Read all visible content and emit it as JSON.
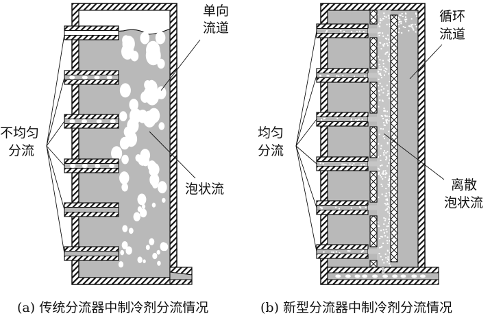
{
  "colors": {
    "liquid": "#b9b9b9",
    "line": "#111111",
    "bubble": "#ffffff"
  },
  "panel_a": {
    "label_channel": [
      "单向",
      "流道"
    ],
    "label_uneven": [
      "不均匀",
      "分流"
    ],
    "label_bubble": "泡状流",
    "caption": "(a) 传统分流器中制冷剂分流情况"
  },
  "panel_b": {
    "label_channel": [
      "循环",
      "流道"
    ],
    "label_even": [
      "均匀",
      "分流"
    ],
    "label_bubble": [
      "离散",
      "泡状流"
    ],
    "caption": "(b) 新型分流器中制冷剂分流情况"
  }
}
